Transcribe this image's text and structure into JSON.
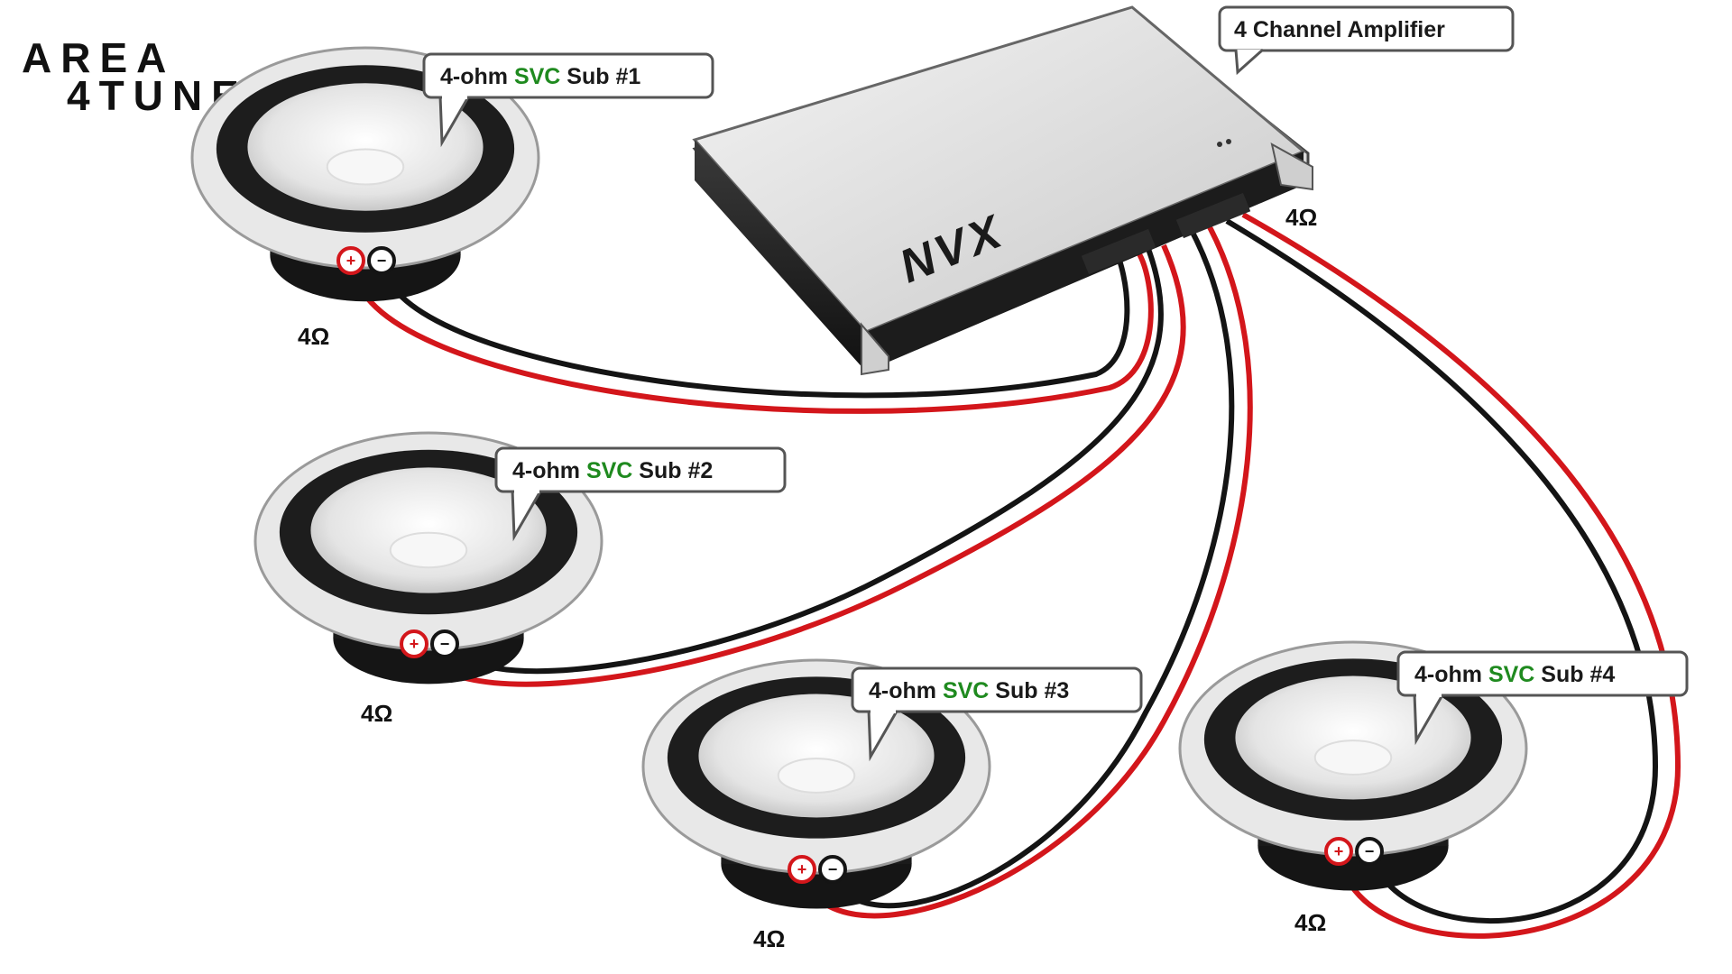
{
  "logo": {
    "line1": "AREA",
    "line2": "4TUNERS"
  },
  "amplifier": {
    "brand": "NVX",
    "callout": "4 Channel Amplifier",
    "impedance": "4Ω"
  },
  "subwoofers": [
    {
      "prefix": "4-ohm ",
      "type": "SVC",
      "suffix": " Sub #1",
      "impedance": "4Ω"
    },
    {
      "prefix": "4-ohm ",
      "type": "SVC",
      "suffix": " Sub #2",
      "impedance": "4Ω"
    },
    {
      "prefix": "4-ohm ",
      "type": "SVC",
      "suffix": " Sub #3",
      "impedance": "4Ω"
    },
    {
      "prefix": "4-ohm ",
      "type": "SVC",
      "suffix": " Sub #4",
      "impedance": "4Ω"
    }
  ],
  "terminals": {
    "positive": "+",
    "negative": "−"
  },
  "colors": {
    "wire_positive": "#d3161b",
    "wire_negative": "#141414",
    "svc_text": "#1f8a1f",
    "terminal_ring": "#f1d64a"
  }
}
